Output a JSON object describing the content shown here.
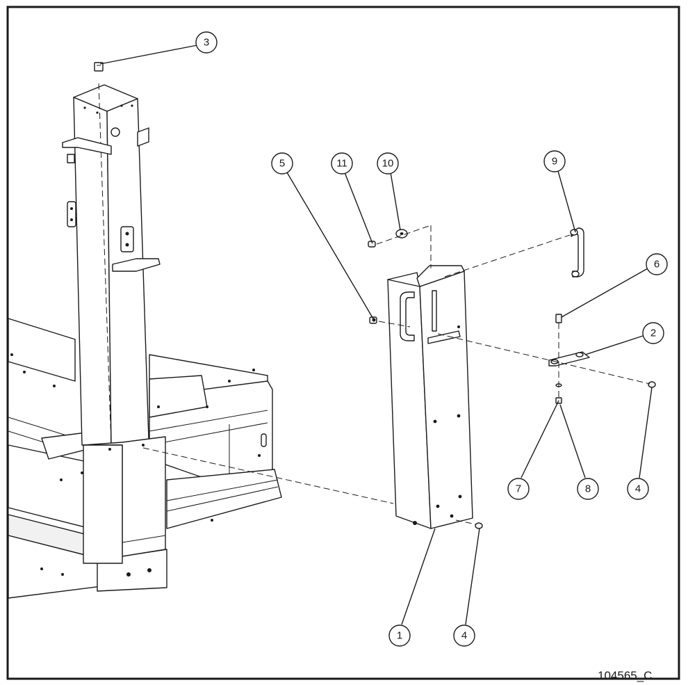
{
  "drawing": {
    "number": "104565_C",
    "callouts": [
      {
        "label": "1",
        "part": "bracket-panel"
      },
      {
        "label": "2",
        "part": "handle-mount-plate"
      },
      {
        "label": "3",
        "part": "post-top-clip"
      },
      {
        "label": "4",
        "part": "screw-right"
      },
      {
        "label": "4",
        "part": "screw-lower"
      },
      {
        "label": "5",
        "part": "nut"
      },
      {
        "label": "6",
        "part": "bolt"
      },
      {
        "label": "7",
        "part": "washer"
      },
      {
        "label": "8",
        "part": "lock-nut"
      },
      {
        "label": "9",
        "part": "handle"
      },
      {
        "label": "10",
        "part": "flat-washer"
      },
      {
        "label": "11",
        "part": "small-bolt"
      }
    ]
  }
}
